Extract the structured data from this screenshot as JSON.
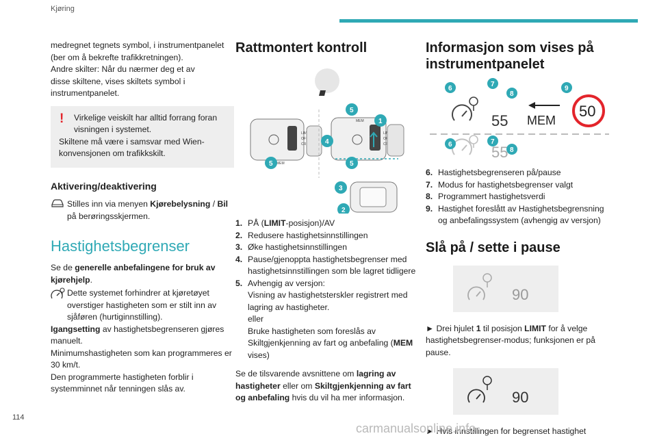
{
  "header": {
    "section": "Kjøring",
    "page_number": "114",
    "watermark": "carmanualsonline.info"
  },
  "col1": {
    "intro": [
      "medregnet tegnets symbol, i instrumentpanelet",
      "(ber om å bekrefte trafikkretningen).",
      "Andre skilter: Når du nærmer deg et av",
      "disse skiltene, vises skiltets symbol i",
      "instrumentpanelet."
    ],
    "warning": {
      "symbol": "!",
      "line1": "Virkelige veiskilt har alltid forrang foran visningen i systemet.",
      "line2": "Skiltene må være i samsvar med Wien-konvensjonen om trafikkskilt."
    },
    "activation": {
      "title": "Aktivering/deaktivering",
      "text_a": "Stilles inn via menyen ",
      "text_b": "Kjørebelysning",
      "text_c": " / ",
      "text_d": "Bil",
      "text_e": " på berøringsskjermen."
    },
    "section_title": "Hastighetsbegrenser",
    "general_a": "Se de ",
    "general_b": "generelle anbefalingene for bruk av kjørehjelp",
    "general_c": ".",
    "system_text": "Dette systemet forhindrer at kjøretøyet overstiger hastigheten som er stilt inn av sjåføren (hurtiginnstilling).",
    "igangsetting_a": "Igangsetting",
    "igangsetting_b": " av hastighetsbegrenseren gjøres manuelt.",
    "min_speed": "Minimumshastigheten som kan programmeres er 30 km/t.",
    "memory": "Den programmerte hastigheten forblir i systemminnet når tenningen slås av."
  },
  "col2": {
    "title": "Rattmontert kontroll",
    "figure": {
      "limit_label": "LIMIT",
      "off_label": "OFF",
      "cruise_label": "CRUISE",
      "mem_label": "MEM",
      "callouts": [
        "5",
        "1",
        "4",
        "5",
        "5",
        "3",
        "2"
      ]
    },
    "items": [
      {
        "num": "1.",
        "parts": [
          "PÅ (",
          "LIMIT",
          "-posisjon)/AV"
        ]
      },
      {
        "num": "2.",
        "text": "Redusere hastighetsinnstillingen"
      },
      {
        "num": "3.",
        "text": "Øke hastighetsinnstillingen"
      },
      {
        "num": "4.",
        "text": "Pause/gjenoppta hastighetsbegrenser med hastighetsinnstillingen som ble lagret tidligere"
      },
      {
        "num": "5.",
        "text1": "Avhengig av versjon:",
        "text2": "Visning av hastighetsterskler registrert med lagring av hastigheter.",
        "text3": "eller",
        "text4a": "Bruke hastigheten som foreslås av Skiltgjenkjenning av fart og anbefaling (",
        "text4b": "MEM",
        "text4c": " vises)"
      }
    ],
    "see_a": "Se de tilsvarende avsnittene om ",
    "see_b": "lagring av hastigheter",
    "see_c": " eller om ",
    "see_d": "Skiltgjenkjenning av fart og anbefaling",
    "see_e": " hvis du vil ha mer informasjon."
  },
  "col3": {
    "title": "Informasjon som vises på instrumentpanelet",
    "figure": {
      "speed": "55",
      "mem": "MEM",
      "sign": "50",
      "callouts": [
        "6",
        "7",
        "8",
        "9",
        "6",
        "7",
        "8"
      ]
    },
    "items": [
      {
        "num": "6.",
        "text": "Hastighetsbegrenseren på/pause"
      },
      {
        "num": "7.",
        "text": "Modus for hastighetsbegrenser valgt"
      },
      {
        "num": "8.",
        "text": "Programmert hastighetsverdi"
      },
      {
        "num": "9.",
        "text": "Hastighet foreslått av Hastighetsbegrensning og anbefalingssystem (avhengig av versjon)"
      }
    ],
    "subtitle": "Slå på / sette i pause",
    "box1_value": "90",
    "instr1_a": "► Drei hjulet ",
    "instr1_b": "1",
    "instr1_c": " til posisjon ",
    "instr1_d": "LIMIT",
    "instr1_e": " for å velge hastighetsbegrenser-modus; funksjonen er på pause.",
    "box2_value": "90",
    "instr2": "► Hvis innstillingen for begrenset hastighet passer deg (siste hastighet som ble programmert"
  }
}
